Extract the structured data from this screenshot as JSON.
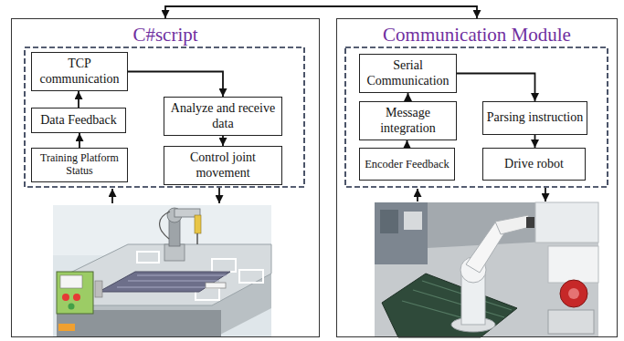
{
  "diagram": {
    "nodes": [
      {
        "text": [
          "C#script"
        ]
      },
      {
        "text": [
          "TCP communication"
        ],
        "in": 0
      },
      {
        "text": [
          "Data Feedback"
        ],
        "in": 0
      },
      {
        "text": [
          "Training Platform Status"
        ],
        "in": 0
      },
      {
        "text": [
          "Analyze and receive data"
        ],
        "in": 0
      },
      {
        "text": [
          "Control joint movement"
        ],
        "in": 0
      },
      {
        "text": [
          "Communication Module"
        ]
      },
      {
        "text": [
          "Serial Communication"
        ],
        "in": 6
      },
      {
        "text": [
          "Message integration"
        ],
        "in": 6
      },
      {
        "text": [
          "Encoder Feedback"
        ],
        "in": 6
      },
      {
        "text": [
          "Parsing instruction"
        ],
        "in": 6
      },
      {
        "text": [
          "Drive robot"
        ],
        "in": 6
      }
    ],
    "edges": [
      {
        "from": 0,
        "to": 6,
        "arrow": "both"
      },
      {
        "from": 3,
        "to": 2,
        "arrow": "to"
      },
      {
        "from": 2,
        "to": 1,
        "arrow": "to"
      },
      {
        "from": 1,
        "to": 4,
        "arrow": "to"
      },
      {
        "from": 4,
        "to": 5,
        "arrow": "to"
      },
      {
        "from": 9,
        "to": 8,
        "arrow": "to"
      },
      {
        "from": 8,
        "to": 7,
        "arrow": "to"
      },
      {
        "from": 7,
        "to": 10,
        "arrow": "to"
      },
      {
        "from": 10,
        "to": 11,
        "arrow": "to"
      }
    ]
  }
}
